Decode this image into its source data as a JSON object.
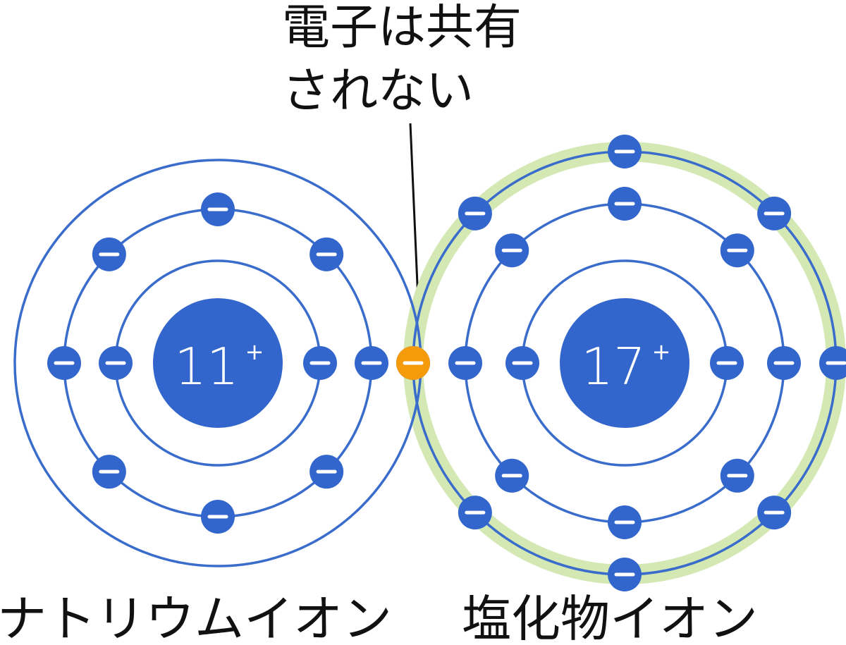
{
  "annotation": {
    "line1": "電子は共有",
    "line2": "されない"
  },
  "colors": {
    "shell": "#3a6ccc",
    "electron": "#3366cc",
    "transferred_electron": "#f59a0b",
    "octet_ring": "#d4e8b4",
    "nucleus": "#3366cc"
  },
  "sodium": {
    "label": "ナトリウムイオン",
    "nucleus_number": "11",
    "nucleus_charge": "+",
    "shells": [
      {
        "electrons": 2
      },
      {
        "electrons": 8
      },
      {
        "electrons": 0
      }
    ]
  },
  "chloride": {
    "label": "塩化物イオン",
    "nucleus_number": "17",
    "nucleus_charge": "+",
    "shells": [
      {
        "electrons": 2
      },
      {
        "electrons": 8
      },
      {
        "electrons": 8
      }
    ]
  },
  "transferred": {
    "count": 1,
    "icon": "minus-sign"
  }
}
